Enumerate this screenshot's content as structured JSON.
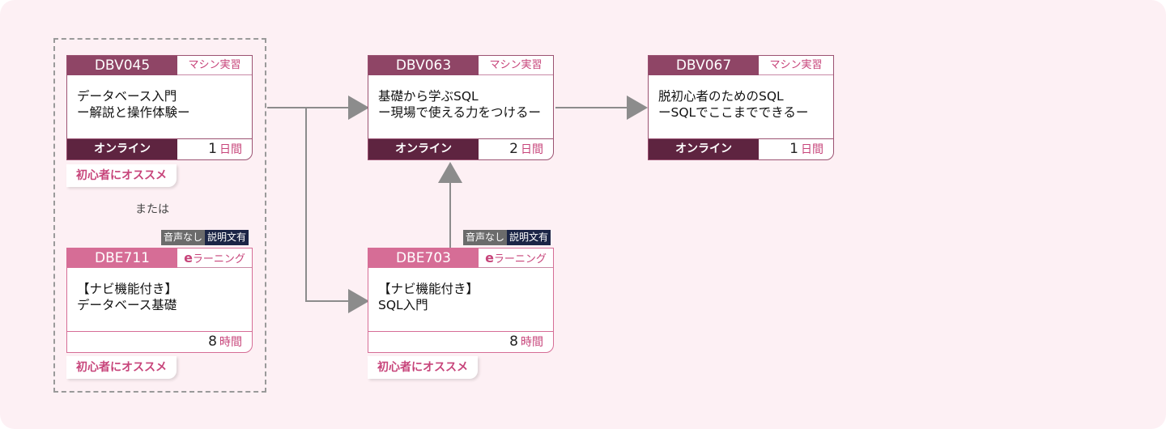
{
  "courses": [
    {
      "code": "DBV045",
      "type": "マシン実習",
      "title": [
        "データベース入門",
        "ー解説と操作体験ー"
      ],
      "delivery": "オンライン",
      "duration": "1",
      "unit": "日間",
      "recommend": "初心者にオススメ"
    },
    {
      "code": "DBE711",
      "type": "ラーニング",
      "type_prefix": "e",
      "title": [
        "【ナビ機能付き】",
        "データベース基礎"
      ],
      "duration": "8",
      "unit": "時間",
      "recommend": "初心者にオススメ",
      "tags": [
        "音声なし",
        "説明文有"
      ]
    },
    {
      "code": "DBV063",
      "type": "マシン実習",
      "title": [
        "基礎から学ぶSQL",
        "ー現場で使える力をつけるー"
      ],
      "delivery": "オンライン",
      "duration": "2",
      "unit": "日間"
    },
    {
      "code": "DBE703",
      "type": "ラーニング",
      "type_prefix": "e",
      "title": [
        "【ナビ機能付き】",
        "SQL入門"
      ],
      "duration": "8",
      "unit": "時間",
      "recommend": "初心者にオススメ",
      "tags": [
        "音声なし",
        "説明文有"
      ]
    },
    {
      "code": "DBV067",
      "type": "マシン実習",
      "title": [
        "脱初心者のためのSQL",
        "ーSQLでここまでできるー"
      ],
      "delivery": "オンライン",
      "duration": "1",
      "unit": "日間"
    }
  ],
  "or_label": "または",
  "colors": {
    "dark": "#5e2440",
    "header": "#8f4566",
    "elearning": "#d66d96",
    "accent": "#c7447a",
    "background": "#fdf0f4",
    "arrow": "#8c8c8c"
  }
}
